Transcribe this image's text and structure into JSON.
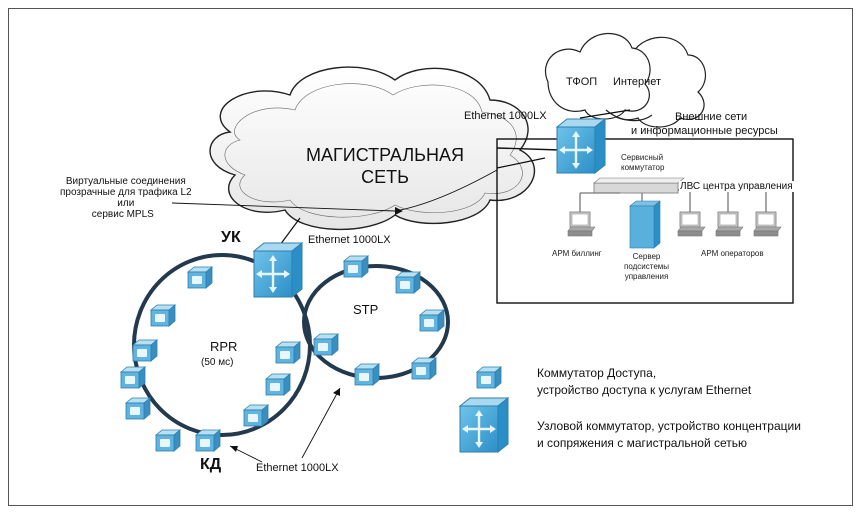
{
  "backbone": {
    "line1": "МАГИСТРАЛЬНАЯ",
    "line2": "СЕТЬ"
  },
  "clouds": {
    "pstn": "ТФОП",
    "internet": "Интернет"
  },
  "external": {
    "line1": "Внешние сети",
    "line2": "и информационные ресурсы"
  },
  "ethernet_top": "Ethernet 1000LX",
  "ethernet_uk": "Ethernet 1000LX",
  "ethernet_kd": "Ethernet 1000LX",
  "service_switch": {
    "line1": "Сервисный",
    "line2": "коммутатор"
  },
  "lan_label": "ЛВС центра управления",
  "arm_billing": "АРМ биллинг",
  "server": {
    "line1": "Сервер",
    "line2": "подсистемы",
    "line3": "управления"
  },
  "arm_operators": "АРМ операторов",
  "virtual": {
    "line1": "Виртуальные соединения",
    "line2": "прозрачные для трафика L2",
    "line3": "или",
    "line4": "сервис MPLS"
  },
  "uk": "УК",
  "kd": "КД",
  "rpr": {
    "name": "RPR",
    "sub": "(50 мс)"
  },
  "stp": "STP",
  "legend": {
    "access_line1": "Коммутатор Доступа,",
    "access_line2": "устройство доступа к услугам Ethernet",
    "core_line1": "Узловой коммутатор, устройство концентрации",
    "core_line2": "и сопряжения с магистральной сетью"
  }
}
